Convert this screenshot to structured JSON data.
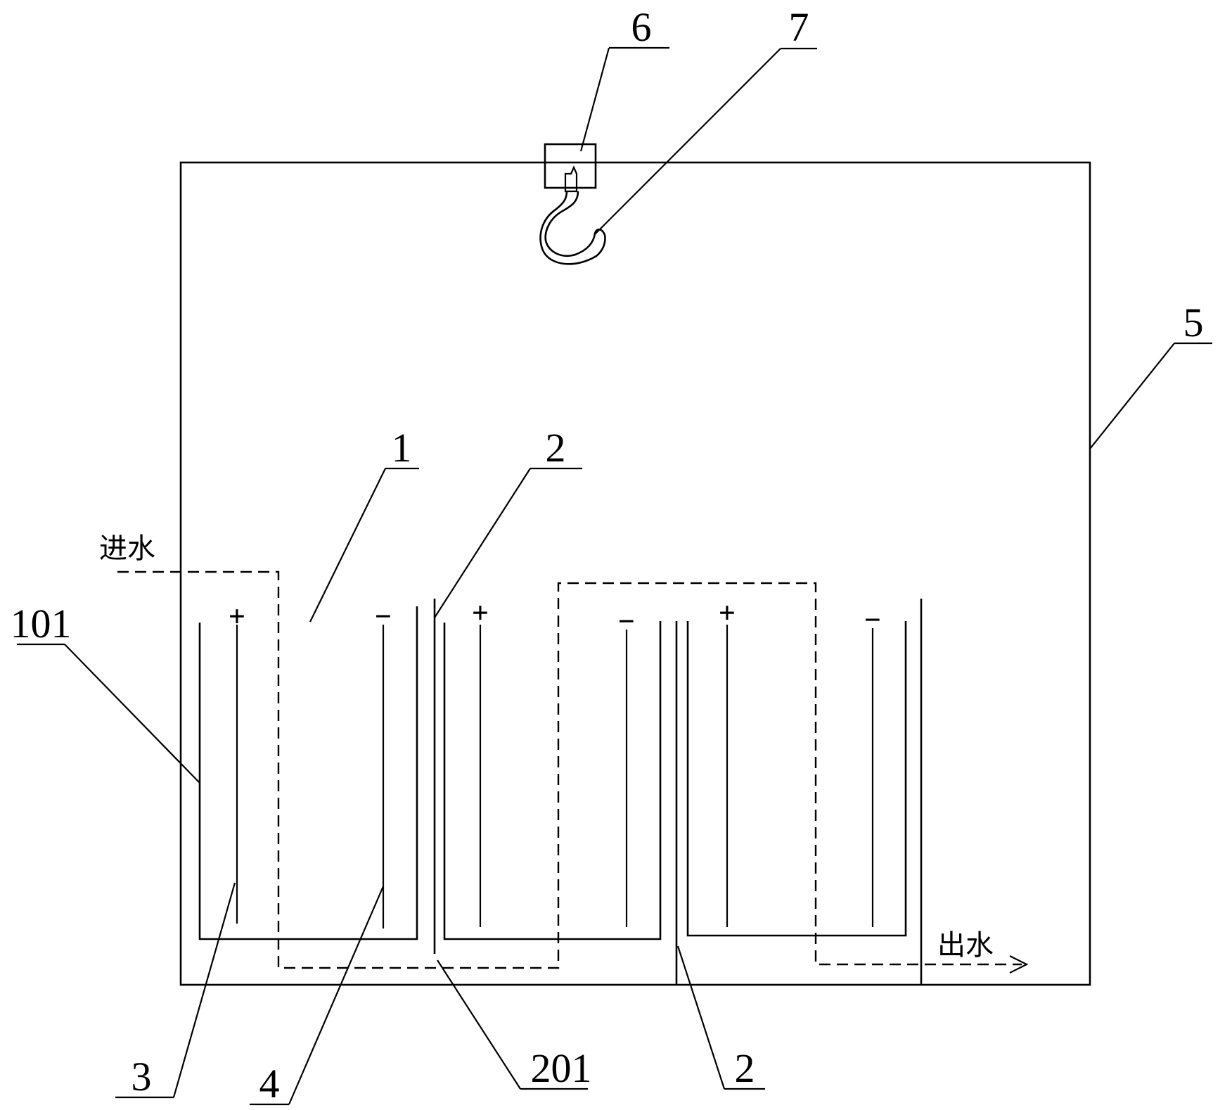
{
  "labels": {
    "n1": "1",
    "n2a": "2",
    "n2b": "2",
    "n3": "3",
    "n4": "4",
    "n5": "5",
    "n6": "6",
    "n7": "7",
    "n101": "101",
    "n201": "201"
  },
  "flow": {
    "inlet": "进水",
    "outlet": "出水"
  },
  "electrodes": {
    "plus": "+",
    "minus": "−"
  }
}
